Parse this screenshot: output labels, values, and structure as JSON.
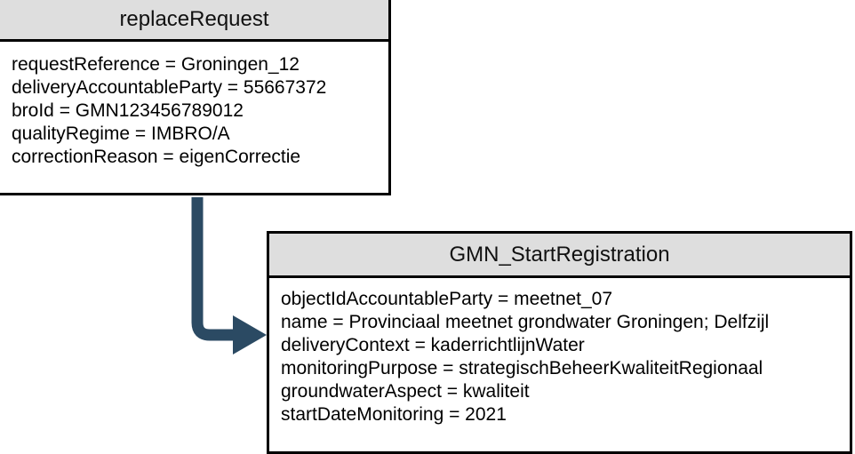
{
  "diagram": {
    "type": "uml-object-diagram",
    "background_color": "#ffffff",
    "border_color": "#000000",
    "header_fill": "#dedede",
    "connector_color": "#2b4a63",
    "boxes": [
      {
        "id": "replace-request",
        "title": "replaceRequest",
        "attributes": [
          "requestReference = Groningen_12",
          "deliveryAccountableParty = 55667372",
          "broId = GMN123456789012",
          "qualityRegime = IMBRO/A",
          "correctionReason = eigenCorrectie"
        ]
      },
      {
        "id": "gmn-start-registration",
        "title": "GMN_StartRegistration",
        "attributes": [
          "objectIdAccountableParty = meetnet_07",
          "name = Provinciaal meetnet grondwater Groningen; Delfzijl",
          "deliveryContext = kaderrichtlijnWater",
          "monitoringPurpose = strategischBeheerKwaliteitRegionaal",
          "groundwaterAspect = kwaliteit",
          "startDateMonitoring = 2021"
        ]
      }
    ],
    "connectors": [
      {
        "id": "replace-request-to-gmn-start-registration",
        "from": "replace-request",
        "to": "gmn-start-registration",
        "style": "elbow-arrow",
        "arrowhead": "solid-triangle",
        "color": "#2b4a63"
      }
    ]
  }
}
